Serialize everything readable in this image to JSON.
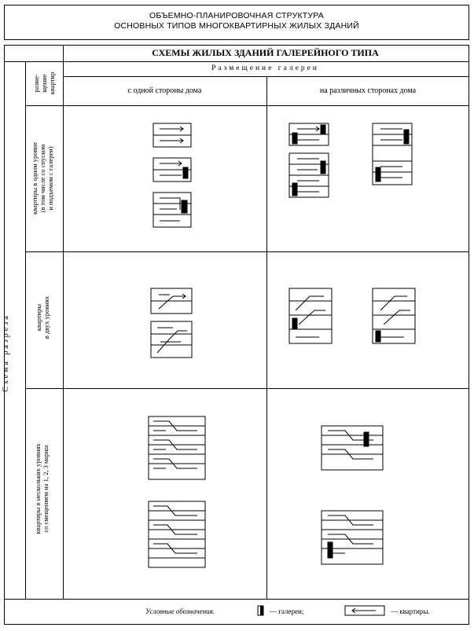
{
  "header": {
    "line1": "ОБЪЕМНО-ПЛАНИРОВОЧНАЯ СТРУКТУРА",
    "line2": "ОСНОВНЫХ ТИПОВ МНОГОКВАРТИРНЫХ ЖИЛЫХ ЗДАНИЙ"
  },
  "table": {
    "title": "СХЕМЫ ЖИЛЫХ ЗДАНИЙ ГАЛЕРЕЙНОГО ТИПА",
    "corner_label": "разме-\nщение\nквартир",
    "gallery_header": "Размещение галереи",
    "col1": "с одной стороны дома",
    "col2": "на различных сторонах дома",
    "side_label": "Схема разреза",
    "row1": "квартиры в одном уровне\n(в том числе со спуском\nи подъемом с галереи)",
    "row2": "квартиры\nв двух уровнях",
    "row3": "квартиры в нескольких уровнях\nсо смещением на 1, 2, 3 марша"
  },
  "legend": {
    "label": "Условные обозначения.",
    "gallery": "— галереи;",
    "apartments": "— квартиры."
  },
  "icons": [
    "gallery-symbol-icon",
    "apartment-arrow-icon"
  ]
}
